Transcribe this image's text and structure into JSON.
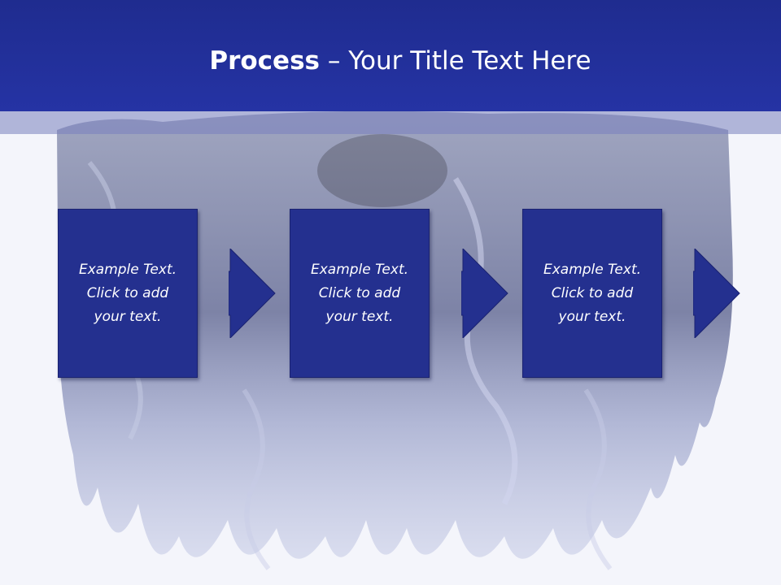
{
  "slide": {
    "title_bold": "Process",
    "title_rest": " – Your Title Text Here",
    "steps": [
      {
        "lines": [
          "Example Text.",
          "Click  to add",
          "your text."
        ]
      },
      {
        "lines": [
          "Example Text.",
          "Click  to add",
          "your text."
        ]
      },
      {
        "lines": [
          "Example Text.",
          "Click  to add",
          "your text."
        ]
      }
    ]
  },
  "colors": {
    "header": "#2533a4",
    "box": "#24308f",
    "background": "#f4f5fb"
  }
}
